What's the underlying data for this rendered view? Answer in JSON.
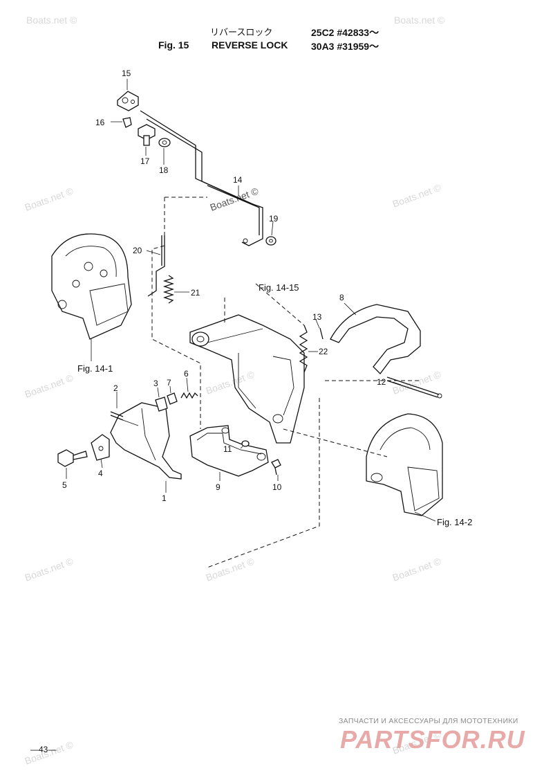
{
  "header": {
    "jp_title": "リバースロック",
    "fig_number": "Fig. 15",
    "title_en": "REVERSE LOCK",
    "model_1": "25C2 #42833～",
    "model_2": "30A3 #31959～"
  },
  "callouts": {
    "c1": "1",
    "c2": "2",
    "c3": "3",
    "c4": "4",
    "c5": "5",
    "c6": "6",
    "c7": "7",
    "c8": "8",
    "c9": "9",
    "c10": "10",
    "c11": "11",
    "c12": "12",
    "c13": "13",
    "c14": "14",
    "c15": "15",
    "c16": "16",
    "c17": "17",
    "c18": "18",
    "c19": "19",
    "c20": "20",
    "c21": "21",
    "c22": "22"
  },
  "figure_refs": {
    "fig_14_1": "Fig. 14-1",
    "fig_14_2": "Fig. 14-2",
    "fig_14_15": "Fig. 14-15"
  },
  "watermark": "Boats.net ©",
  "page_number": "—43—",
  "footer": {
    "tagline": "ЗАПЧАСТИ И АКСЕССУАРЫ ДЛЯ МОТОТЕХНИКИ",
    "brand": "PARTSFOR.RU"
  }
}
